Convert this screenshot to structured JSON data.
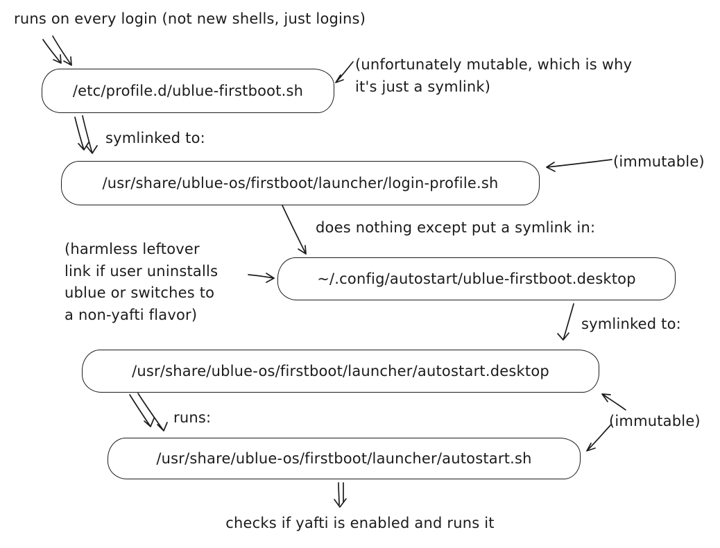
{
  "diagram": {
    "title": "ublue firstboot launch chain",
    "ink_color": "#1b1b1b",
    "background": "#ffffff",
    "notes": {
      "top": "runs on every login (not new shells, just logins)",
      "mutable": "(unfortunately mutable, which is why\nit's just a symlink)",
      "symlinked_1": "symlinked to:",
      "immutable_1": "(immutable)",
      "does_nothing": "does nothing except put a symlink in:",
      "harmless": "(harmless leftover\nlink if user uninstalls\nublue or switches to\na non-yafti flavor)",
      "symlinked_2": "symlinked to:",
      "runs": "runs:",
      "immutable_2": "(immutable)",
      "bottom": "checks if yafti is enabled and runs it"
    },
    "boxes": [
      {
        "id": "etc-profile-script",
        "label": "/etc/profile.d/ublue-firstboot.sh"
      },
      {
        "id": "login-profile-script",
        "label": "/usr/share/ublue-os/firstboot/launcher/login-profile.sh"
      },
      {
        "id": "autostart-desktop-symlink",
        "label": "~/.config/autostart/ublue-firstboot.desktop"
      },
      {
        "id": "autostart-desktop-file",
        "label": "/usr/share/ublue-os/firstboot/launcher/autostart.desktop"
      },
      {
        "id": "autostart-shell-script",
        "label": "/usr/share/ublue-os/firstboot/launcher/autostart.sh"
      }
    ]
  }
}
